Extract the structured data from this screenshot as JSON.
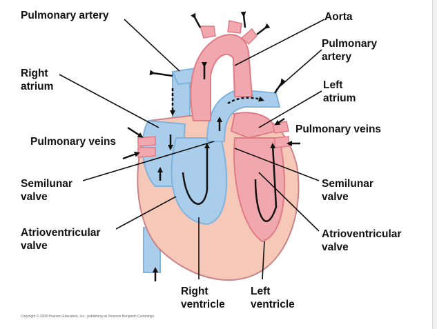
{
  "labels": {
    "pulmonary_artery_left": "Pulmonary artery",
    "aorta": "Aorta",
    "pulmonary_artery_right": [
      "Pulmonary",
      "artery"
    ],
    "right_atrium": [
      "Right",
      "atrium"
    ],
    "left_atrium": [
      "Left",
      "atrium"
    ],
    "pulmonary_veins_left": "Pulmonary veins",
    "pulmonary_veins_right": "Pulmonary veins",
    "semilunar_valve_left": [
      "Semilunar",
      "valve"
    ],
    "semilunar_valve_right": [
      "Semilunar",
      "valve"
    ],
    "atrioventricular_valve_left": [
      "Atrioventricular",
      "valve"
    ],
    "atrioventricular_valve_right": [
      "Atrioventricular",
      "valve"
    ],
    "right_ventricle": [
      "Right",
      "ventricle"
    ],
    "left_ventricle": [
      "Left",
      "ventricle"
    ]
  },
  "copyright": "Copyright © 2008 Pearson Education, Inc., publishing as Pearson Benjamin Cummings.",
  "colors": {
    "oxygenated": "#f0a7ad",
    "oxygenated_dark": "#e07a85",
    "deoxygenated": "#a9cdea",
    "deoxygenated_dark": "#7fb3dc",
    "muscle": "#f6c8b8",
    "outline": "#c9838a",
    "leader_line": "#111111"
  }
}
